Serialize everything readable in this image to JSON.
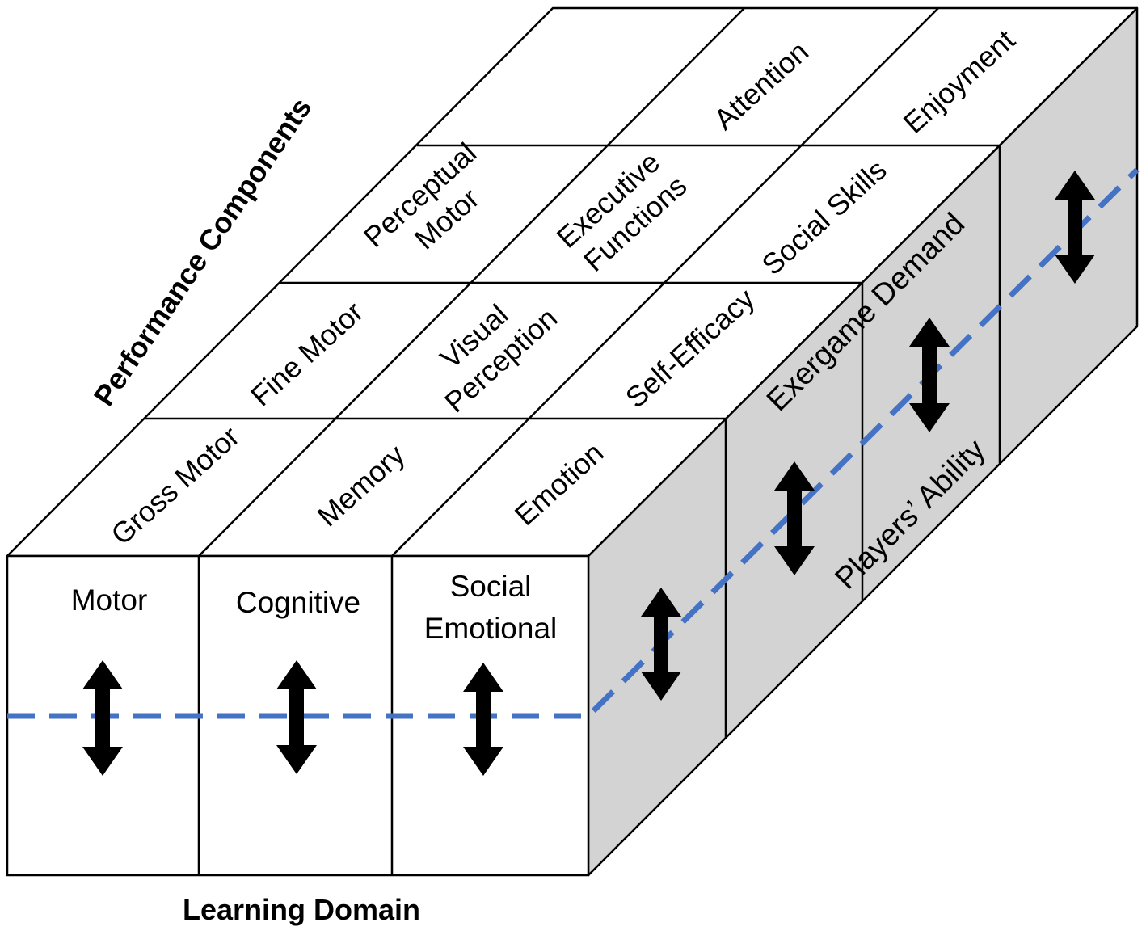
{
  "titles": {
    "performance_components": "Performance Components",
    "learning_domain": "Learning Domain"
  },
  "front_labels": {
    "motor": "Motor",
    "cognitive": "Cognitive",
    "social_line1": "Social",
    "social_line2": "Emotional"
  },
  "top_grid": {
    "row1": {
      "motor": [
        "Gross Motor"
      ],
      "cognitive": [
        "Memory"
      ],
      "social": [
        "Emotion"
      ]
    },
    "row2": {
      "motor": [
        "Fine Motor"
      ],
      "cognitive": [
        "Visual",
        "Perception"
      ],
      "social": [
        "Self-Efficacy"
      ]
    },
    "row3": {
      "motor": [
        "Perceptual",
        "Motor"
      ],
      "cognitive": [
        "Executive",
        "Functions"
      ],
      "social": [
        "Social Skills"
      ]
    },
    "row4": {
      "motor": [],
      "cognitive": [
        "Attention"
      ],
      "social": [
        "Enjoyment"
      ]
    }
  },
  "side_labels": {
    "exergame_demand": "Exergame Demand",
    "players_ability": "Players’ Ability"
  },
  "colors": {
    "side_face": "#d3d3d3",
    "dashed_line": "#4472c4",
    "arrow": "#000000",
    "stroke": "#000000"
  },
  "icons": [
    "double-headed-arrow-icon"
  ]
}
